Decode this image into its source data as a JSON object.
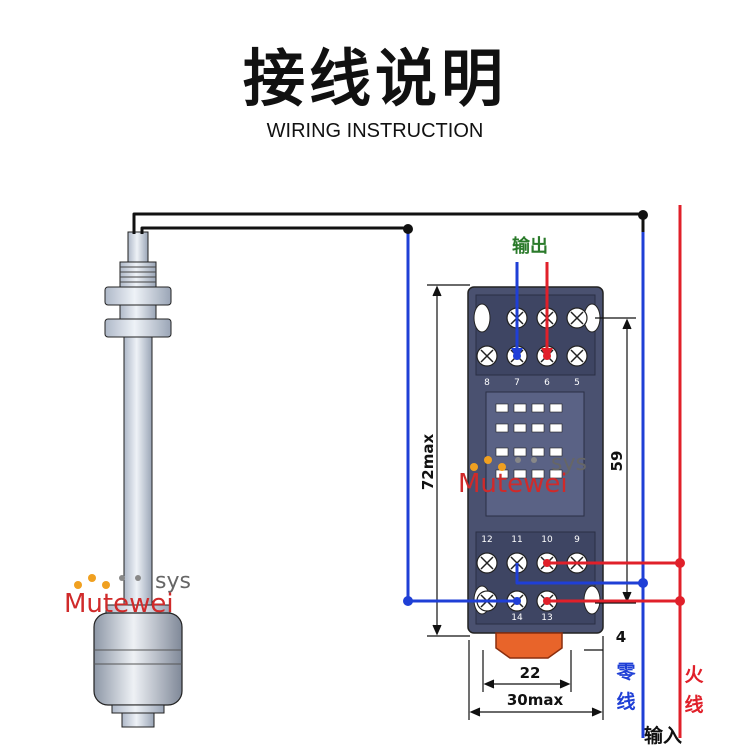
{
  "title": "接线说明",
  "subtitle": "WIRING INSTRUCTION",
  "labels": {
    "output": "输出",
    "input": "输入",
    "neutral_1": "零",
    "neutral_2": "线",
    "live_1": "火",
    "live_2": "线",
    "dim_height_max": "72max",
    "dim_height": "59",
    "dim_width": "22",
    "dim_width_max": "30max",
    "dim_offset": "4"
  },
  "terminal_numbers": {
    "top": [
      "8",
      "7",
      "6",
      "5"
    ],
    "bottom": [
      "12",
      "11",
      "10",
      "9"
    ],
    "base": [
      "14",
      "13"
    ]
  },
  "watermark": {
    "brand": "Mutewei",
    "sub": "sys"
  },
  "colors": {
    "neutral_wire": "#1f3fd6",
    "live_wire": "#e0202a",
    "signal_wire": "#111111",
    "relay_body": "#4a5170",
    "float_body": "#c9d3e2"
  }
}
